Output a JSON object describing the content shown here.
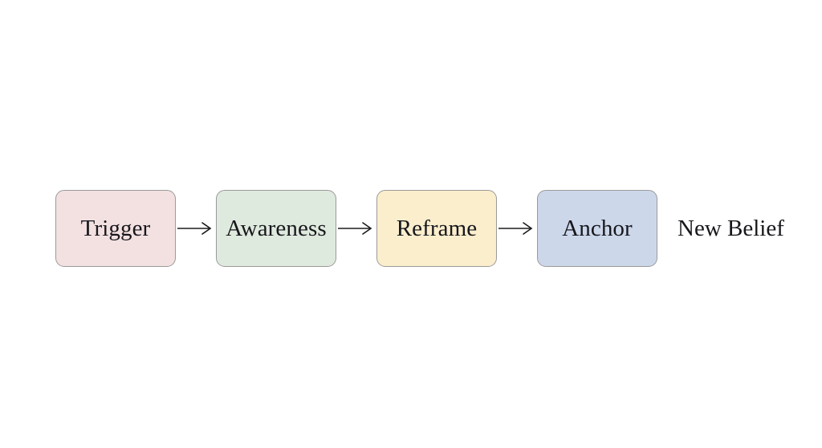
{
  "diagram": {
    "type": "horizontal-flow",
    "background_color": "#ffffff",
    "node_border_color": "#9b9a99",
    "text_color": "#17171c",
    "arrow_color": "#1b1b1b",
    "nodes": [
      {
        "label": "Trigger",
        "fill": "#f3e1e2"
      },
      {
        "label": "Awareness",
        "fill": "#dfeade"
      },
      {
        "label": "Reframe",
        "fill": "#faeecd"
      },
      {
        "label": "Anchor",
        "fill": "#ccd7ea"
      }
    ],
    "connectors": [
      {
        "from": "Trigger",
        "to": "Awareness",
        "glyph": "arrow-right"
      },
      {
        "from": "Awareness",
        "to": "Reframe",
        "glyph": "arrow-right"
      },
      {
        "from": "Reframe",
        "to": "Anchor",
        "glyph": "arrow-right"
      }
    ],
    "terminal_label": "New Belief"
  }
}
